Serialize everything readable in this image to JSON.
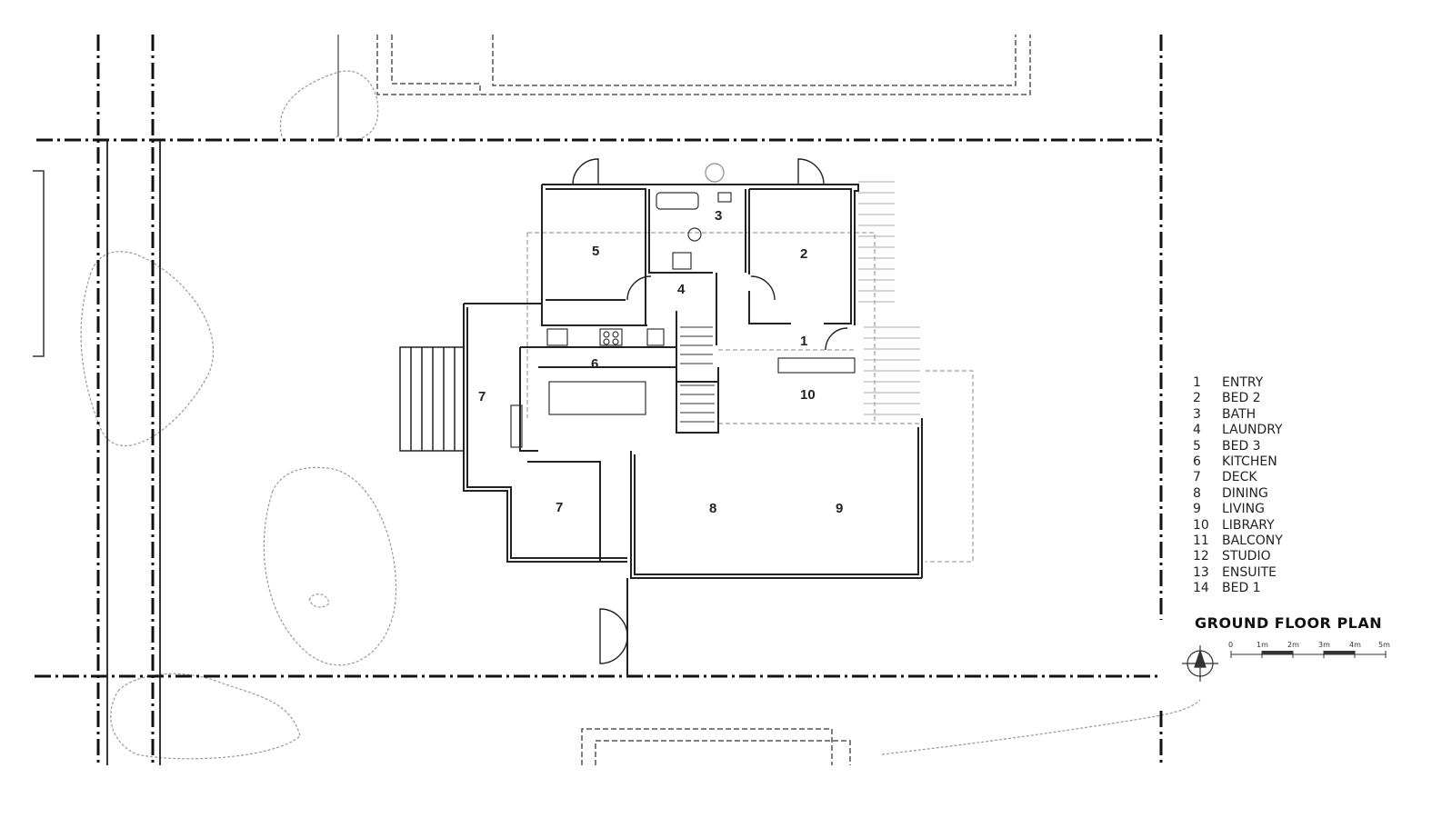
{
  "title": "GROUND FLOOR PLAN",
  "legend": [
    {
      "num": "1",
      "name": "ENTRY"
    },
    {
      "num": "2",
      "name": "BED 2"
    },
    {
      "num": "3",
      "name": "BATH"
    },
    {
      "num": "4",
      "name": "LAUNDRY"
    },
    {
      "num": "5",
      "name": "BED 3"
    },
    {
      "num": "6",
      "name": "KITCHEN"
    },
    {
      "num": "7",
      "name": "DECK"
    },
    {
      "num": "8",
      "name": "DINING"
    },
    {
      "num": "9",
      "name": "LIVING"
    },
    {
      "num": "10",
      "name": "LIBRARY"
    },
    {
      "num": "11",
      "name": "BALCONY"
    },
    {
      "num": "12",
      "name": "STUDIO"
    },
    {
      "num": "13",
      "name": "ENSUITE"
    },
    {
      "num": "14",
      "name": "BED 1"
    }
  ],
  "rooms": {
    "entry": "1",
    "bed2": "2",
    "bath": "3",
    "laundry": "4",
    "bed3": "5",
    "kitchen": "6",
    "deck_west": "7",
    "deck_south": "7",
    "dining": "8",
    "living": "9",
    "library": "10"
  },
  "scale": {
    "ticks": [
      "0",
      "1m",
      "2m",
      "3m",
      "4m",
      "5m"
    ]
  },
  "icons": {
    "north_arrow": "north-arrow-icon"
  }
}
